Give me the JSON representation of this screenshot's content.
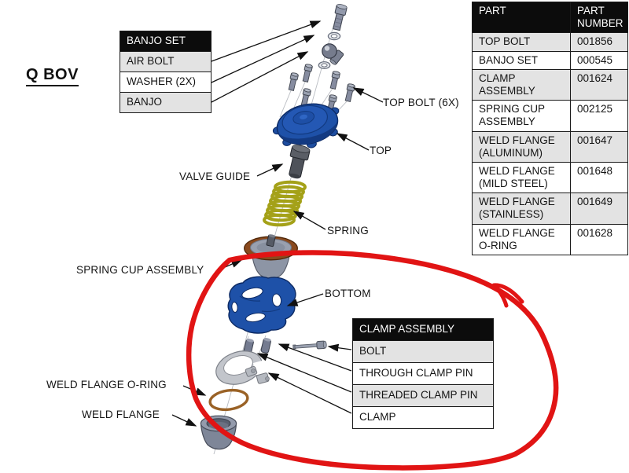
{
  "page": {
    "title": "Q BOV"
  },
  "banjo_table": {
    "header": "BANJO SET",
    "rows": [
      "AIR BOLT",
      "WASHER (2X)",
      "BANJO"
    ]
  },
  "clamp_table": {
    "header": "CLAMP ASSEMBLY",
    "rows": [
      "BOLT",
      "THROUGH CLAMP PIN",
      "THREADED CLAMP PIN",
      "CLAMP"
    ]
  },
  "parts_table": {
    "col_part": "PART",
    "col_number": "PART NUMBER",
    "rows": [
      {
        "part": "TOP BOLT",
        "number": "001856"
      },
      {
        "part": "BANJO SET",
        "number": "000545"
      },
      {
        "part": "CLAMP ASSEMBLY",
        "number": "001624"
      },
      {
        "part": "SPRING CUP ASSEMBLY",
        "number": "002125"
      },
      {
        "part": "WELD FLANGE (ALUMINUM)",
        "number": "001647"
      },
      {
        "part": "WELD FLANGE (MILD STEEL)",
        "number": "001648"
      },
      {
        "part": "WELD FLANGE (STAINLESS)",
        "number": "001649"
      },
      {
        "part": "WELD FLANGE O-RING",
        "number": "001628"
      }
    ]
  },
  "labels": {
    "top_bolt": "TOP BOLT (6X)",
    "top": "TOP",
    "valve_guide": "VALVE GUIDE",
    "spring": "SPRING",
    "spring_cup": "SPRING CUP ASSEMBLY",
    "bottom": "BOTTOM",
    "weld_flange_oring": "WELD FLANGE O-RING",
    "weld_flange": "WELD FLANGE"
  },
  "annotation": {
    "shape": "hand-drawn red circle",
    "highlights": "CLAMP ASSEMBLY area",
    "color": "#e11414"
  },
  "colors": {
    "table_header_bg": "#0c0c0c",
    "row_gray": "#e3e3e3",
    "part_blue": "#1e51a8",
    "spring_olive": "#a4a118",
    "oring_copper": "#9a6226",
    "diaphragm_brown": "#8a4a1e",
    "metal_gray": "#8a90a2",
    "annotation_red": "#e11414"
  }
}
